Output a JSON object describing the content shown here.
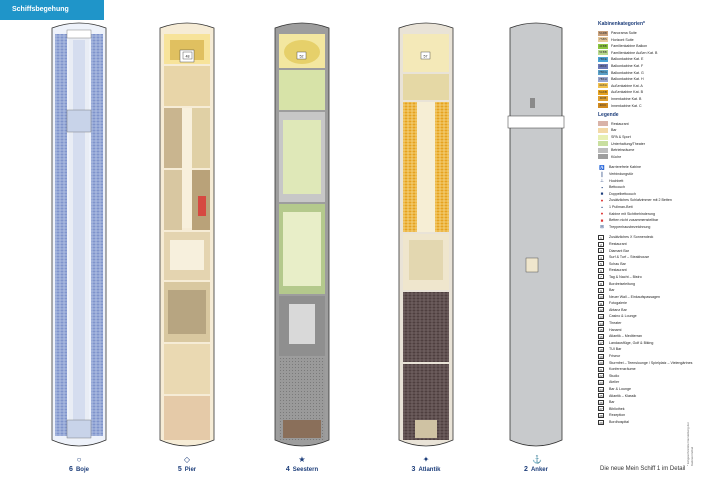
{
  "page": {
    "tab_title": "Schiffsbegehung"
  },
  "decks": [
    {
      "number": "6",
      "name": "Boje",
      "icon": "buoy-icon"
    },
    {
      "number": "5",
      "name": "Pier",
      "icon": "pier-icon"
    },
    {
      "number": "4",
      "name": "Seestern",
      "icon": "star-icon"
    },
    {
      "number": "3",
      "name": "Atlantik",
      "icon": "compass-icon"
    },
    {
      "number": "2",
      "name": "Anker",
      "icon": "anchor-icon"
    }
  ],
  "deck_markers": [
    "48",
    "52",
    "57"
  ],
  "legend": {
    "cabin_heading": "Kabinenkategorien*",
    "cabins": [
      {
        "code": "5ARB",
        "label": "Panorama Suite",
        "color": "#c9a07a"
      },
      {
        "code": "7SBS",
        "label": "Horizont Suite",
        "color": "#e8c99a"
      },
      {
        "code": "4FBB",
        "label": "Familienkabine Balkon",
        "color": "#8dc63f"
      },
      {
        "code": "5FBB",
        "label": "Familienkabine Außen Kat. B",
        "color": "#b8d98c"
      },
      {
        "code": "7BKE",
        "label": "Balkonkabine Kat. E",
        "color": "#4aa3d6"
      },
      {
        "code": "4BKF",
        "label": "Balkonkabine Kat. F",
        "color": "#6c79b8"
      },
      {
        "code": "7BKG",
        "label": "Balkonkabine Kat. G",
        "color": "#5aa0c8"
      },
      {
        "code": "7BKH",
        "label": "Balkonkabine Kat. H",
        "color": "#9aa6cf"
      },
      {
        "code": "4AKA",
        "label": "Außenkabine Kat. A",
        "color": "#f2c14e"
      },
      {
        "code": "5AKB",
        "label": "Außenkabine Kat. B",
        "color": "#e6a21f"
      },
      {
        "code": "4IKB",
        "label": "Innenkabine Kat. B",
        "color": "#e0a030"
      },
      {
        "code": "4IKC",
        "label": "Innenkabine Kat. C",
        "color": "#d08a20"
      }
    ],
    "area_heading": "Legende",
    "areas": [
      {
        "label": "Restaurant",
        "color": "#d9b3a8"
      },
      {
        "label": "Bar",
        "color": "#f3d9a6"
      },
      {
        "label": "SPA & Sport",
        "color": "#e8f0b3"
      },
      {
        "label": "Unterhaltung/Theater",
        "color": "#c9dfa0"
      },
      {
        "label": "Betriebsräume",
        "color": "#bdbdbd"
      },
      {
        "label": "Küche",
        "color": "#9e9e9e"
      }
    ],
    "symbols": [
      {
        "glyph": "♿",
        "label": "Barrierefreie Kabine"
      },
      {
        "glyph": "┃",
        "label": "Verbindungstür"
      },
      {
        "glyph": "⊥",
        "label": "Hochbett"
      },
      {
        "glyph": "▪",
        "label": "Bettcouch"
      },
      {
        "glyph": "■",
        "label": "Doppelbettcouch"
      },
      {
        "glyph": "●",
        "label": "Zusätzliches Schlafzimmer mit 2 Betten"
      },
      {
        "glyph": "•",
        "label": "1 Pullman-Bett"
      },
      {
        "glyph": "●",
        "label": "Kabine mit Sichtbehinderung"
      },
      {
        "glyph": "■",
        "label": "Betten nicht zusammenstellbar"
      },
      {
        "glyph": "⊞",
        "label": "Treppenhausbezeichnung"
      }
    ],
    "venues": [
      {
        "code": "1",
        "label": "Zusätzliches X Sonnendeck"
      },
      {
        "code": "2",
        "label": "Restaurant"
      },
      {
        "code": "3",
        "label": "Diamant Bar"
      },
      {
        "code": "4",
        "label": "Surf & Turf – Steakhouse"
      },
      {
        "code": "5",
        "label": "Schau Bar"
      },
      {
        "code": "6",
        "label": "Restaurant"
      },
      {
        "code": "7",
        "label": "Tag & Nacht – Bistro"
      },
      {
        "code": "8",
        "label": "Bordreiseleitung"
      },
      {
        "code": "9",
        "label": "Bar"
      },
      {
        "code": "10",
        "label": "Neuer Wall – Einkaufspassagen"
      },
      {
        "code": "11",
        "label": "Fotogalerie"
      },
      {
        "code": "12",
        "label": "Abtanz Bar"
      },
      {
        "code": "13",
        "label": "Casino & Lounge"
      },
      {
        "code": "14",
        "label": "Theater"
      },
      {
        "code": "15",
        "label": "Hanami"
      },
      {
        "code": "16",
        "label": "Atlantik – Mediterran"
      },
      {
        "code": "17",
        "label": "Landausflüge, Golf & Biking"
      },
      {
        "code": "18",
        "label": "TUI Bar"
      },
      {
        "code": "19",
        "label": "Friseur"
      },
      {
        "code": "20",
        "label": "Sturmfrei – Teenslounge / Spielplatz – Vielengärtnes"
      },
      {
        "code": "21",
        "label": "Konferenzräume"
      },
      {
        "code": "22",
        "label": "Studio"
      },
      {
        "code": "23",
        "label": "Atelier"
      },
      {
        "code": "24",
        "label": "Bar & Lounge"
      },
      {
        "code": "25",
        "label": "Atlantik – Klassik"
      },
      {
        "code": "26",
        "label": "Bar"
      },
      {
        "code": "27",
        "label": "Bibliothek"
      },
      {
        "code": "28",
        "label": "Rezeption"
      },
      {
        "code": "29",
        "label": "Bordhospital"
      }
    ]
  },
  "footnote": "* Eingeschränkte Darstellung der Kabinenmöbel",
  "caption": "Die neue Mein Schiff 1 im Detail"
}
